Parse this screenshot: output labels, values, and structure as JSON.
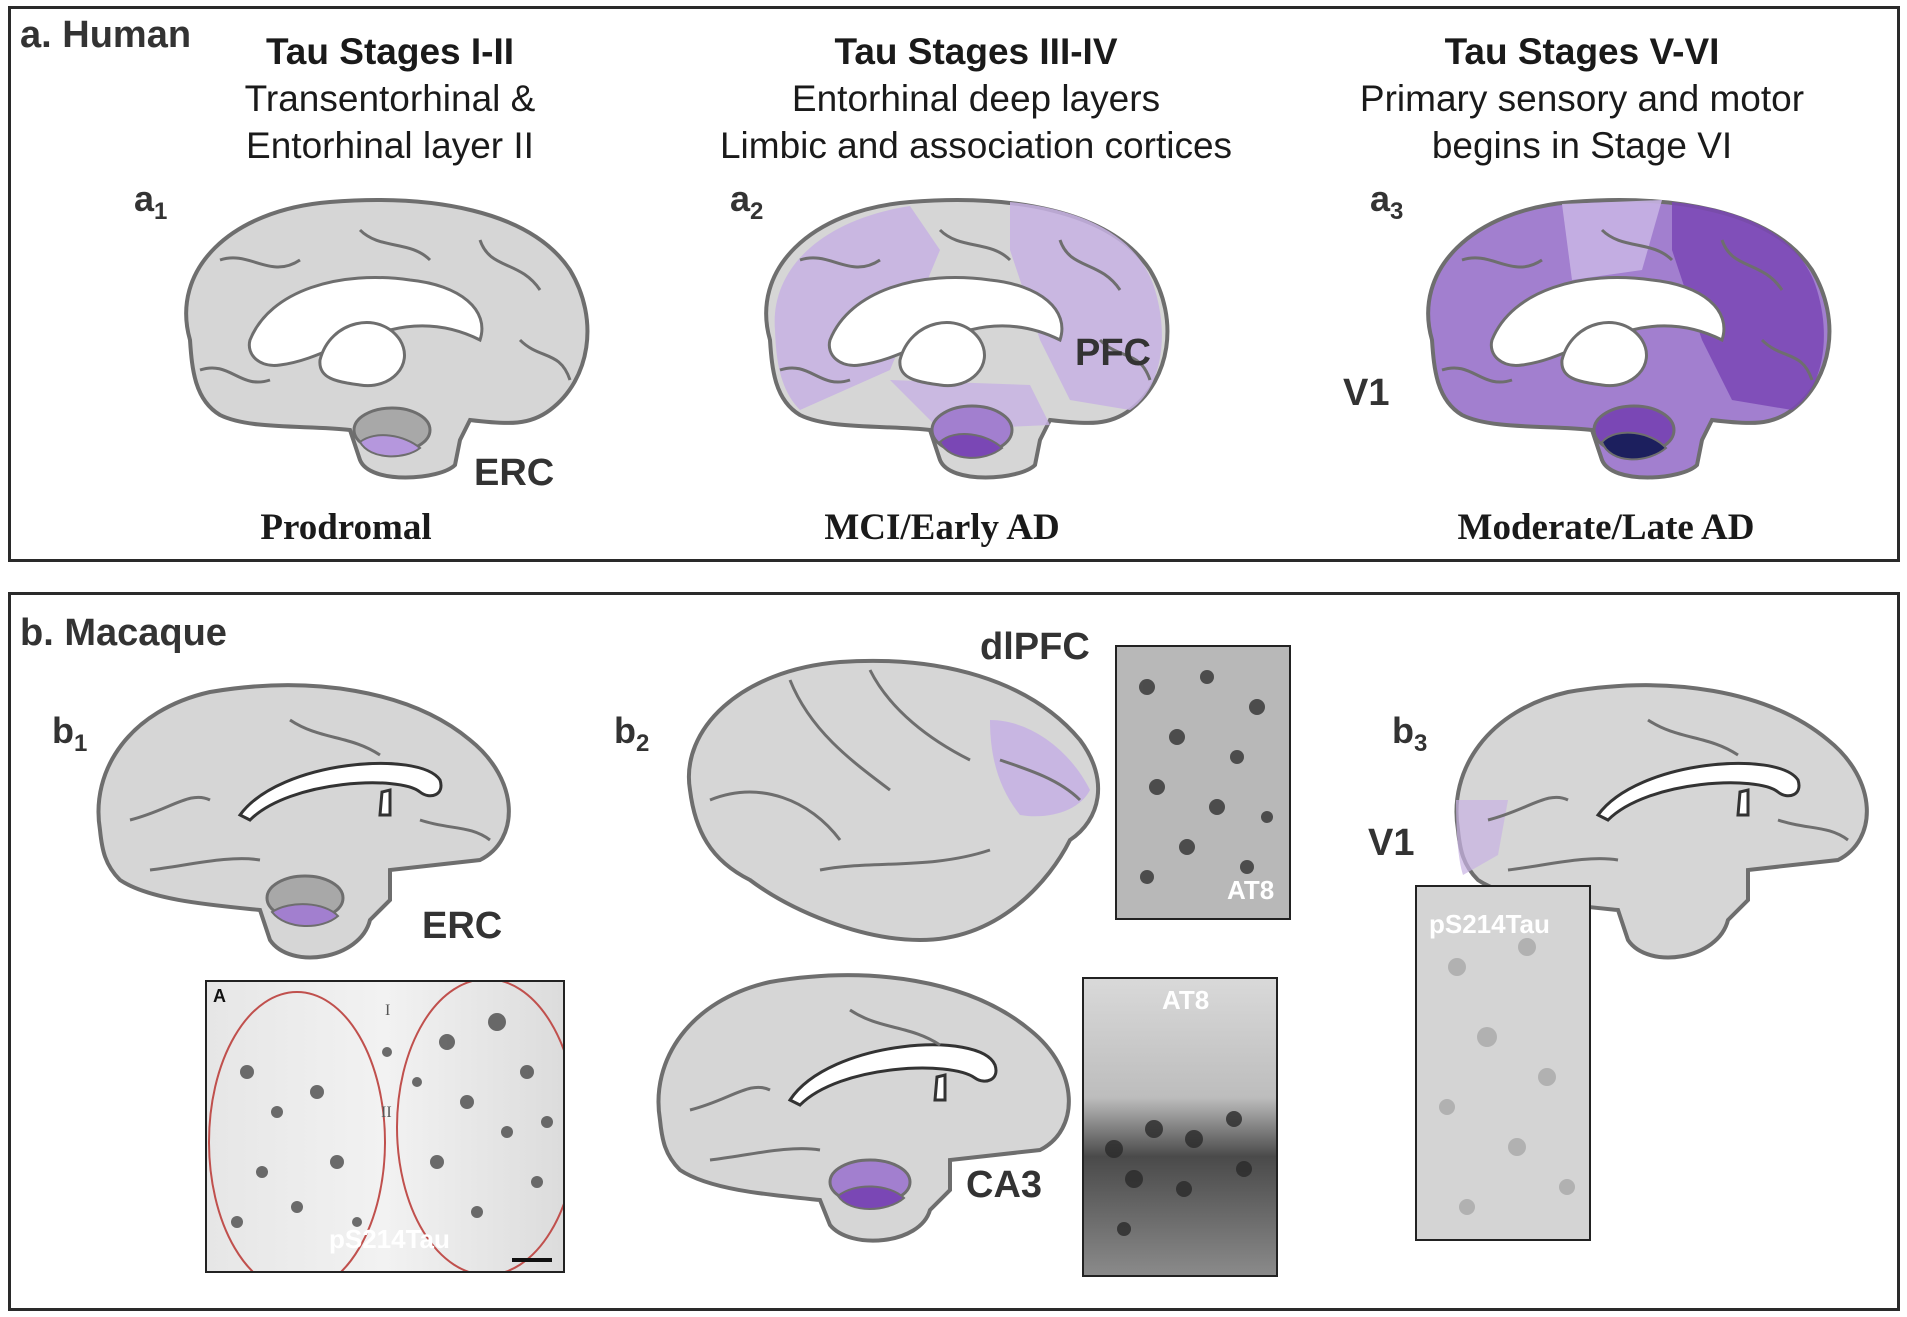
{
  "panel_a": {
    "title": "a. Human",
    "stages": [
      {
        "title": "Tau Stages I-II",
        "line1": "Transentorhinal &",
        "line2": "Entorhinal layer II",
        "sublabel": "a",
        "sub": "1",
        "region": "ERC",
        "condition": "Prodromal"
      },
      {
        "title": "Tau Stages III-IV",
        "line1": "Entorhinal deep layers",
        "line2": "Limbic and association cortices",
        "sublabel": "a",
        "sub": "2",
        "region": "PFC",
        "condition": "MCI/Early AD"
      },
      {
        "title": "Tau Stages V-VI",
        "line1": "Primary sensory and motor",
        "line2": "begins in Stage VI",
        "sublabel": "a",
        "sub": "3",
        "region": "V1",
        "condition": "Moderate/Late AD"
      }
    ]
  },
  "panel_b": {
    "title": "b. Macaque",
    "b1": {
      "sublabel": "b",
      "sub": "1",
      "region": "ERC",
      "inset_letter": "A",
      "layer_I": "I",
      "layer_II": "II",
      "stain": "pS214Tau"
    },
    "b2": {
      "sublabel": "b",
      "sub": "2",
      "region_top": "dlPFC",
      "stain_top": "AT8",
      "region_bottom": "CA3",
      "stain_bottom": "AT8"
    },
    "b3": {
      "sublabel": "b",
      "sub": "3",
      "region": "V1",
      "stain": "pS214Tau"
    }
  },
  "colors": {
    "brain_fill": "#d6d6d6",
    "brain_outline": "#6e6e6e",
    "tau_light": "#c7b2e3",
    "tau_mid": "#a27fcf",
    "tau_dark": "#7a47b5",
    "tau_deep": "#1c1f5e"
  }
}
